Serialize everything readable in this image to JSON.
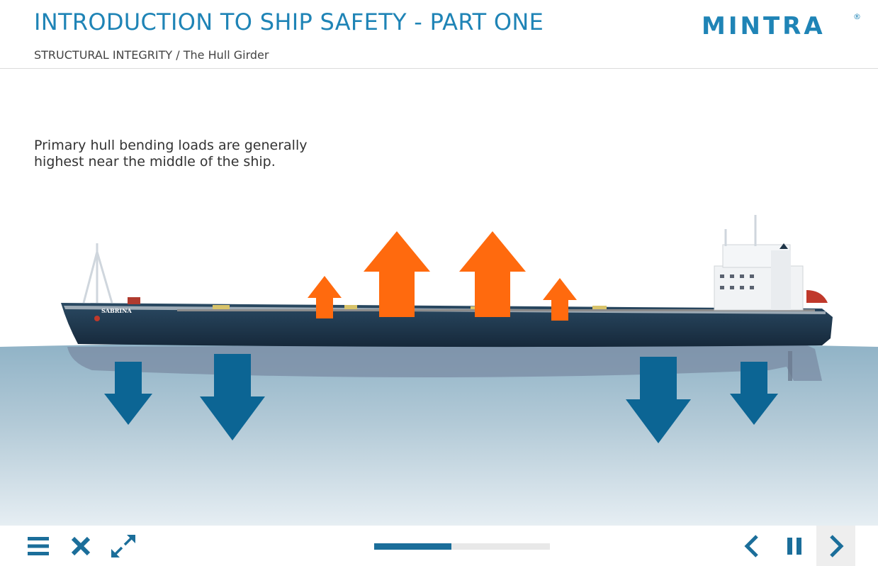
{
  "header": {
    "title": "INTRODUCTION TO SHIP SAFETY - PART ONE",
    "breadcrumb": "STRUCTURAL INTEGRITY / The Hull Girder",
    "logo": "MINTRA",
    "logo_mark": "®"
  },
  "content": {
    "text": "Primary hull bending loads are generally highest near the middle of the ship.",
    "ship_name": "SABRINA"
  },
  "colors": {
    "accent": "#1f84b6",
    "up_arrow": "#ff6a0e",
    "down_arrow": "#0c6594",
    "hull": "#1f3548",
    "water_top": "#8fb2c6"
  },
  "footer": {
    "icons": [
      "menu-icon",
      "close-icon",
      "fullscreen-icon",
      "previous-icon",
      "pause-icon",
      "next-icon"
    ],
    "progress": 0.44
  }
}
